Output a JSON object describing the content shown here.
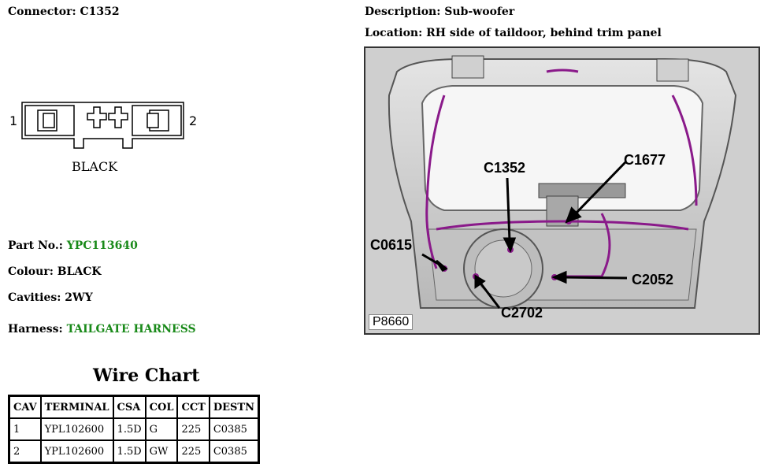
{
  "connector": {
    "label": "Connector:",
    "value": "C1352"
  },
  "description": {
    "label": "Description:",
    "value": "Sub-woofer"
  },
  "location": {
    "label": "Location:",
    "value": "RH side of taildoor, behind trim panel"
  },
  "connector_face": {
    "pin_left": "1",
    "pin_right": "2",
    "color_label": "BLACK"
  },
  "part_no": {
    "label": "Part No.:",
    "value": "YPC113640"
  },
  "colour": {
    "label": "Colour:",
    "value": "BLACK"
  },
  "cavities": {
    "label": "Cavities:",
    "value": "2WY"
  },
  "harness": {
    "label": "Harness:",
    "value": "TAILGATE HARNESS"
  },
  "wire_chart": {
    "title": "Wire Chart",
    "headers": [
      "CAV",
      "TERMINAL",
      "CSA",
      "COL",
      "CCT",
      "DESTN"
    ],
    "rows": [
      [
        "1",
        "YPL102600",
        "1.5D",
        "G",
        "225",
        "C0385"
      ],
      [
        "2",
        "YPL102600",
        "1.5D",
        "GW",
        "225",
        "C0385"
      ]
    ]
  },
  "diagram": {
    "callouts": [
      "C1352",
      "C1677",
      "C0615",
      "C2052",
      "C2702"
    ],
    "picture_code": "P8660"
  },
  "colors": {
    "green": "#1a8a1a",
    "harness": "#8a1a8a"
  }
}
